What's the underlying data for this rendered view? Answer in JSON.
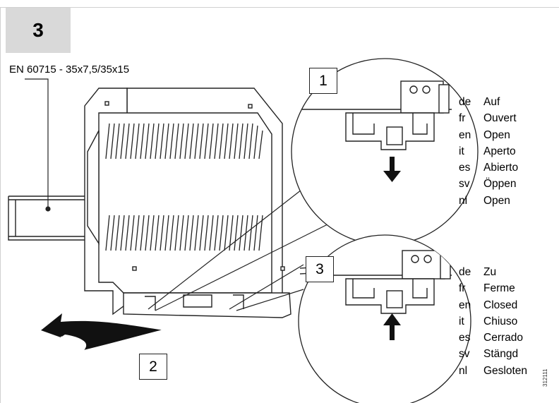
{
  "step": {
    "number": "3"
  },
  "standard_label": "EN 60715 - 35x7,5/35x15",
  "callouts": {
    "one": "1",
    "two": "2",
    "three": "3"
  },
  "open_state": {
    "codes": [
      "de",
      "fr",
      "en",
      "it",
      "es",
      "sv",
      "nl"
    ],
    "words": [
      "Auf",
      "Ouvert",
      "Open",
      "Aperto",
      "Abierto",
      "Öppen",
      "Open"
    ]
  },
  "closed_state": {
    "codes": [
      "de",
      "fr",
      "en",
      "it",
      "es",
      "sv",
      "nl"
    ],
    "words": [
      "Zu",
      "Ferme",
      "Closed",
      "Chiuso",
      "Cerrado",
      "Stängd",
      "Gesloten"
    ]
  },
  "drawing_id": "312111",
  "icons": {
    "open_arrow": "arrow-down-icon",
    "closed_arrow": "arrow-up-icon",
    "rotate_arrow": "curved-arrow-icon"
  }
}
